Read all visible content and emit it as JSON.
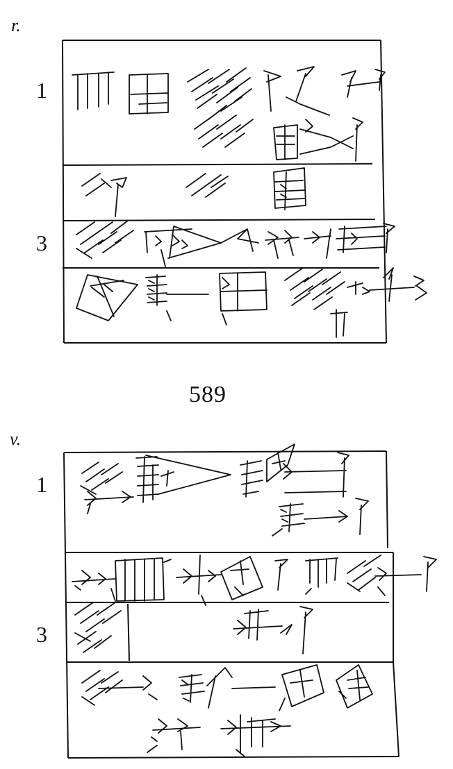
{
  "obverse": {
    "side_label": "r.",
    "line_numbers": [
      "1",
      "3"
    ]
  },
  "tablet_number": "589",
  "reverse": {
    "side_label": "v.",
    "line_numbers": [
      "1",
      "3"
    ]
  },
  "colors": {
    "ink": "#111111",
    "paper": "#ffffff"
  }
}
